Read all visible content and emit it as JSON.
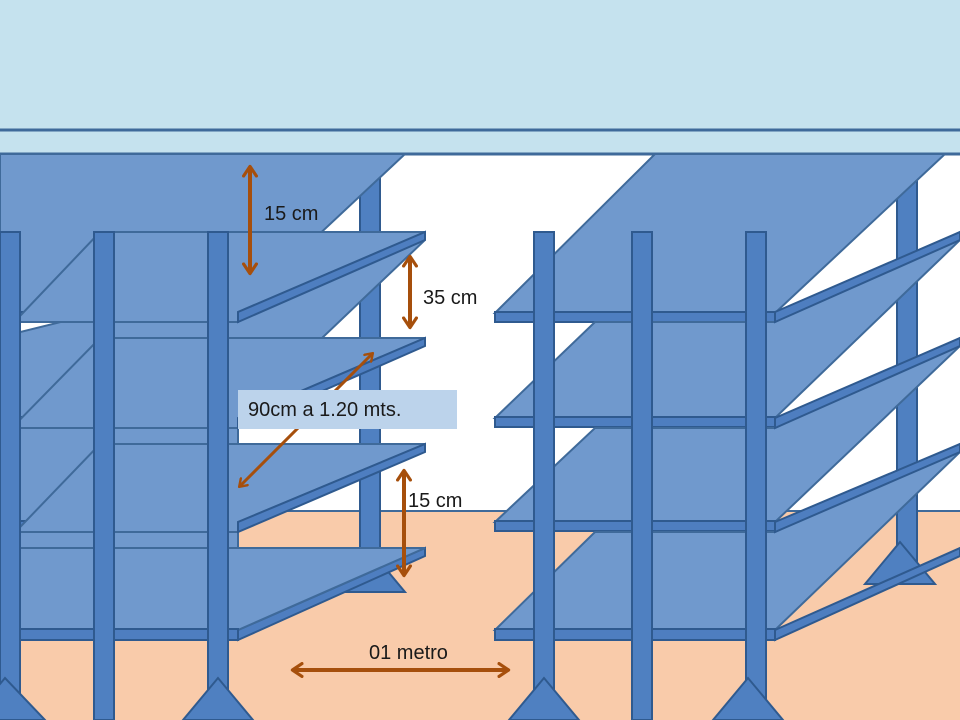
{
  "colors": {
    "ceiling": "#c5e2ee",
    "wall": "#ffffff",
    "floor": "#f9cbaa",
    "shelf": "#7099cd",
    "shelf_edge": "#4e7ec0",
    "post": "#4f80c1",
    "post_stroke": "#2f5a8f",
    "dimension_arrow": "#a64f0c",
    "label_box": "#bcd3eb"
  },
  "labels": {
    "top_gap": "15 cm",
    "shelf_spacing": "35 cm",
    "shelf_depth": "90cm  a 1.20 mts.",
    "bottom_gap": "15 cm",
    "aisle_width": "01 metro"
  }
}
